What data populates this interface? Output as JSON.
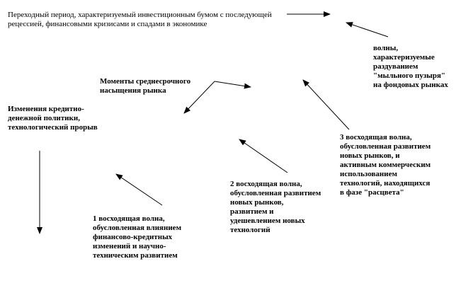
{
  "nodes": {
    "transition": "Переходный период, характеризуемый инвестиционным бумом с последующей рецессией, финансовыми кризисами и спадами в экономике",
    "bubble": "волны, характеризуемые раздуванием \"мыльного пузыря\" на фондовых рынках",
    "saturation": "Моменты среднесрочного насыщения рынка",
    "policy": "Изменения кредитно-денежной политики, технологический прорыв",
    "wave3": "3 восходящая волна, обусловленная развитием новых рынков, и активным коммерческим использованием технологий, находящихся в фазе \"расцвета\"",
    "wave2": "2 восходящая волна, обусловленная развитием новых рынков, развитием и удешевлением новых технологий",
    "wave1": "1 восходящая волна, обусловленная влиянием финансово-кредитных изменений и научно-техническим развитием"
  },
  "colors": {
    "text": "#000000",
    "arrow": "#000000",
    "background": "#ffffff"
  }
}
